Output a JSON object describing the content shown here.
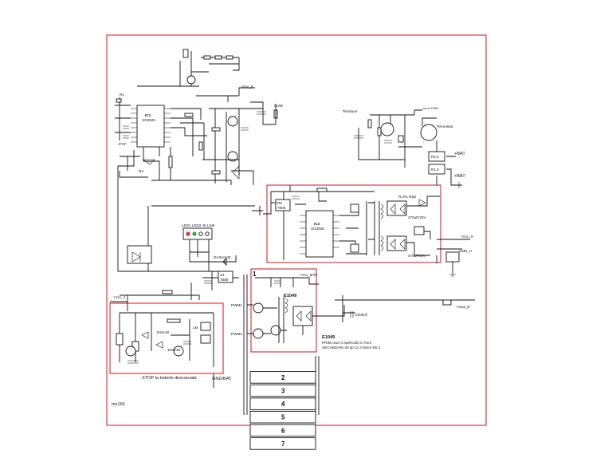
{
  "ics": {
    "ic1": "IC1",
    "ic1_part": "SG3525",
    "ic2": "IC2",
    "ic2_part": "SG3525"
  },
  "regulators": {
    "u1": "U1",
    "u1_part": "7805",
    "rb": "R8",
    "rb_part": "7805"
  },
  "captions": {
    "stop": "STOP la baterie descarcata",
    "gnd_bat": "GND/BAT",
    "author": "ms165",
    "e1049": "E1049",
    "spec1": "PRIM=4x2+3 sp/Rcoill=0.7mm",
    "spec2": "SECUNDAR=40 sp Cu 0.6mm R0.2",
    "plus_bat": "+BAT",
    "plus_bat2": "+BAT",
    "tensiune": "Tensiune"
  },
  "stack": [
    "1",
    "2",
    "3",
    "4",
    "5",
    "6",
    "7"
  ],
  "colors": {
    "frame": "#d62a2a",
    "ink": "#111111",
    "led_red": "#e03030",
    "led_green": "#2fa84a"
  }
}
